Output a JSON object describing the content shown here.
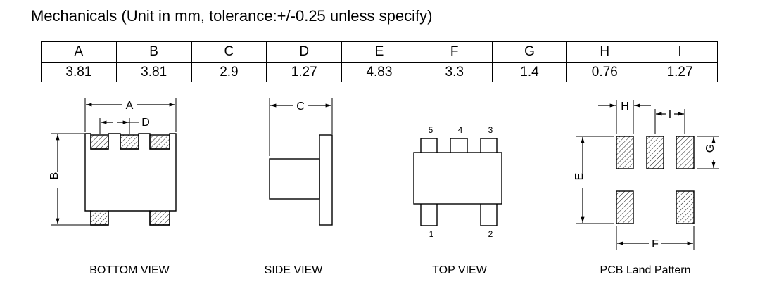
{
  "heading": "Mechanicals (Unit in mm, tolerance:+/-0.25 unless specify)",
  "table": {
    "headers": [
      "A",
      "B",
      "C",
      "D",
      "E",
      "F",
      "G",
      "H",
      "I"
    ],
    "values": [
      "3.81",
      "3.81",
      "2.9",
      "1.27",
      "4.83",
      "3.3",
      "1.4",
      "0.76",
      "1.27"
    ]
  },
  "views": {
    "bottom": "BOTTOM VIEW",
    "side": "SIDE VIEW",
    "top": "TOP VIEW",
    "pcb": "PCB Land Pattern"
  },
  "dimension_labels": {
    "a": "A",
    "b": "B",
    "c": "C",
    "d": "D",
    "e": "E",
    "f": "F",
    "g": "G",
    "h": "H",
    "i": "I"
  },
  "pin_labels": [
    "1",
    "2",
    "3",
    "4",
    "5"
  ]
}
